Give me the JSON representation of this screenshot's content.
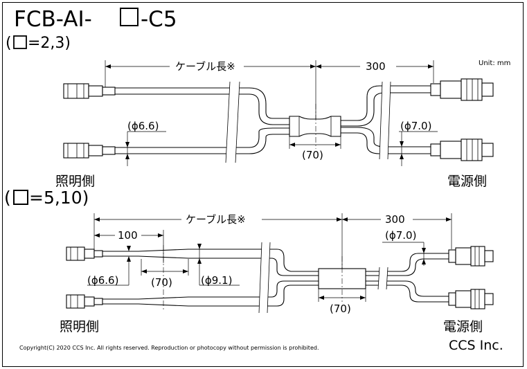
{
  "title": {
    "main": "FCB-AI-",
    "suffix": "-C5"
  },
  "section1": {
    "variant_open": "(",
    "variant_close": "=2,3)",
    "unit": "Unit: mm",
    "cable_length": "ケーブル長※",
    "dim_300": "300",
    "dim_70": "(70)",
    "phi_left": "(ϕ6.6)",
    "phi_right": "(ϕ7.0)",
    "label_left": "照明側",
    "label_right": "電源側"
  },
  "section2": {
    "variant_open": "(",
    "variant_close": "=5,10)",
    "cable_length": "ケーブル長※",
    "dim_300": "300",
    "dim_100": "100",
    "dim_70_a": "(70)",
    "dim_70_b": "(70)",
    "phi_left": "(ϕ6.6)",
    "phi_mid": "(ϕ9.1)",
    "phi_right": "(ϕ7.0)",
    "label_left": "照明側",
    "label_right": "電源側"
  },
  "footer": {
    "copyright": "Copyright(C) 2020 CCS Inc. All rights reserved. Reproduction or photocopy without permission is prohibited.",
    "company": "CCS Inc."
  }
}
